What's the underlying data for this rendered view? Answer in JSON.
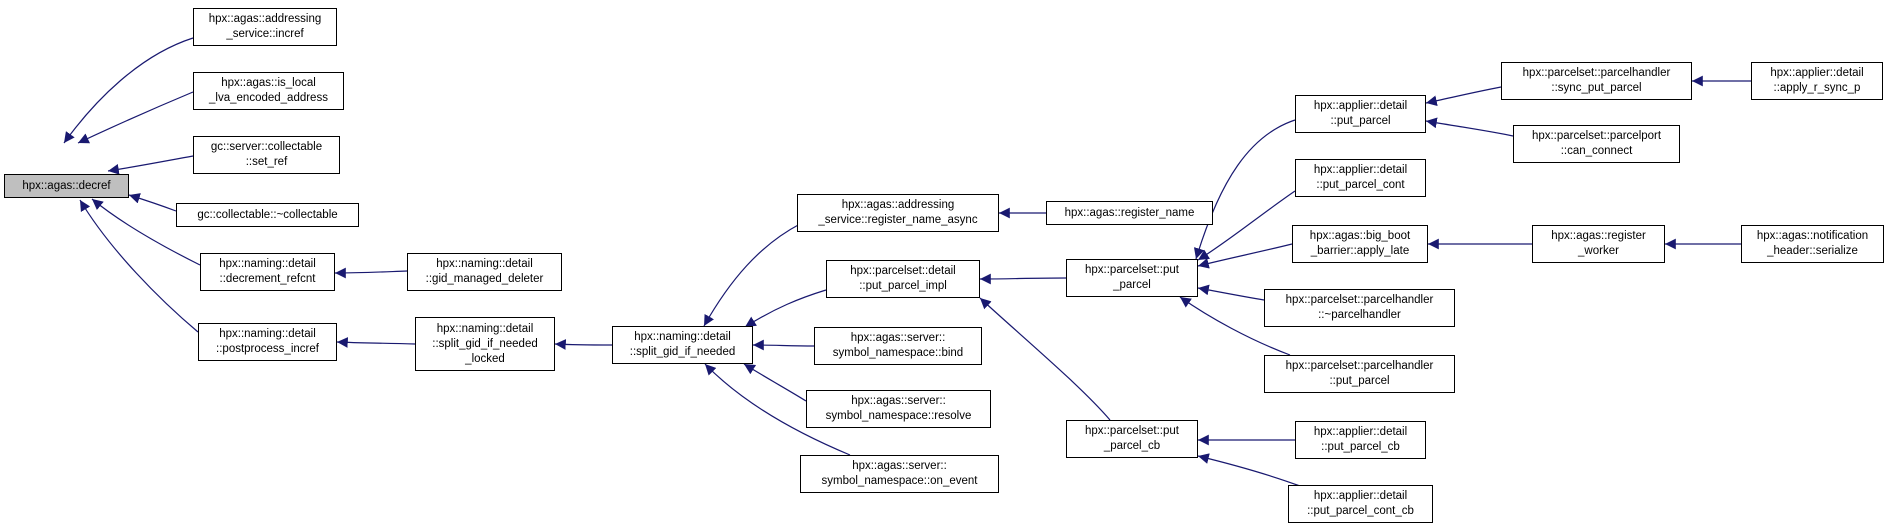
{
  "colors": {
    "edge": "#191970",
    "root_fill": "#bfbfbf",
    "node_fill": "#ffffff",
    "border": "#000000"
  },
  "nodes": {
    "decref": "hpx::agas::decref",
    "addressing_incref": "hpx::agas::addressing\n_service::incref",
    "is_local_lva": "hpx::agas::is_local\n_lva_encoded_address",
    "collectable_set_ref": "gc::server::collectable\n::set_ref",
    "collectable_dtor": "gc::collectable::~collectable",
    "decrement_refcnt": "hpx::naming::detail\n::decrement_refcnt",
    "gid_managed_deleter": "hpx::naming::detail\n::gid_managed_deleter",
    "postprocess_incref": "hpx::naming::detail\n::postprocess_incref",
    "split_gid_locked": "hpx::naming::detail\n::split_gid_if_needed\n_locked",
    "split_gid": "hpx::naming::detail\n::split_gid_if_needed",
    "register_name_async": "hpx::agas::addressing\n_service::register_name_async",
    "register_name": "hpx::agas::register_name",
    "put_parcel_impl": "hpx::parcelset::detail\n::put_parcel_impl",
    "ns_bind": "hpx::agas::server::\nsymbol_namespace::bind",
    "ns_resolve": "hpx::agas::server::\nsymbol_namespace::resolve",
    "ns_on_event": "hpx::agas::server::\nsymbol_namespace::on_event",
    "parcelset_put_parcel": "hpx::parcelset::put\n_parcel",
    "parcelset_put_parcel_cb": "hpx::parcelset::put\n_parcel_cb",
    "applier_put_parcel": "hpx::applier::detail\n::put_parcel",
    "applier_put_parcel_cont": "hpx::applier::detail\n::put_parcel_cont",
    "big_boot_barrier": "hpx::agas::big_boot\n_barrier::apply_late",
    "parcelhandler_dtor": "hpx::parcelset::parcelhandler\n::~parcelhandler",
    "parcelhandler_put_parcel": "hpx::parcelset::parcelhandler\n::put_parcel",
    "applier_put_parcel_cb": "hpx::applier::detail\n::put_parcel_cb",
    "applier_put_parcel_cont_cb": "hpx::applier::detail\n::put_parcel_cont_cb",
    "sync_put_parcel": "hpx::parcelset::parcelhandler\n::sync_put_parcel",
    "can_connect": "hpx::parcelset::parcelport\n::can_connect",
    "apply_r_sync_p": "hpx::applier::detail\n::apply_r_sync_p",
    "register_worker": "hpx::agas::register\n_worker",
    "notification_serialize": "hpx::agas::notification\n_header::serialize"
  }
}
